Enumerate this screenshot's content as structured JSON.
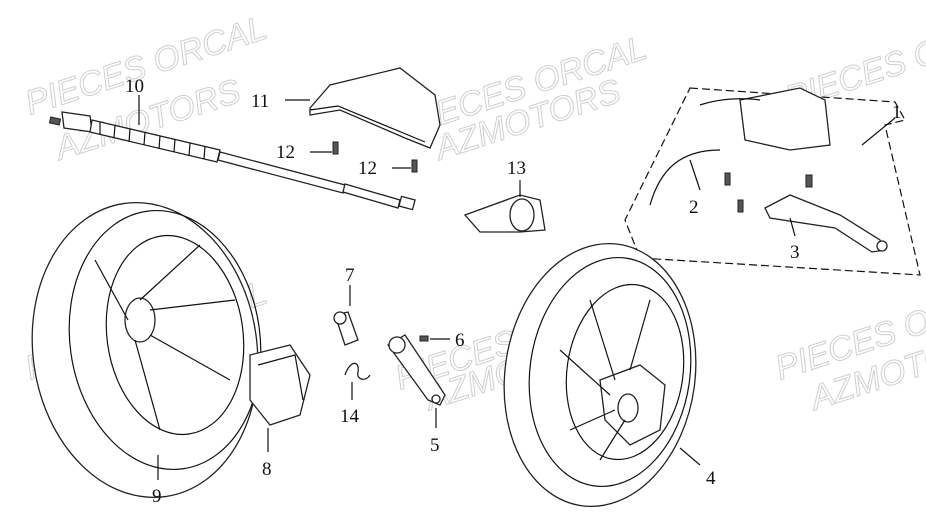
{
  "watermark": {
    "line1": "PIECES ORCAL",
    "line2": "AZMOTORS"
  },
  "callouts": [
    {
      "id": "1",
      "part": "brake-lever-assembly"
    },
    {
      "id": "2",
      "part": "brake-hose"
    },
    {
      "id": "3",
      "part": "brake-lever"
    },
    {
      "id": "4",
      "part": "front-wheel"
    },
    {
      "id": "5",
      "part": "brake-arm"
    },
    {
      "id": "6",
      "part": "bolt"
    },
    {
      "id": "7",
      "part": "brake-cam"
    },
    {
      "id": "8",
      "part": "brake-shoe"
    },
    {
      "id": "9",
      "part": "rear-wheel"
    },
    {
      "id": "10",
      "part": "brake-cable"
    },
    {
      "id": "11",
      "part": "cover"
    },
    {
      "id": "12",
      "part": "screw"
    },
    {
      "id": "12",
      "part": "screw"
    },
    {
      "id": "13",
      "part": "boot"
    },
    {
      "id": "14",
      "part": "spring"
    }
  ]
}
